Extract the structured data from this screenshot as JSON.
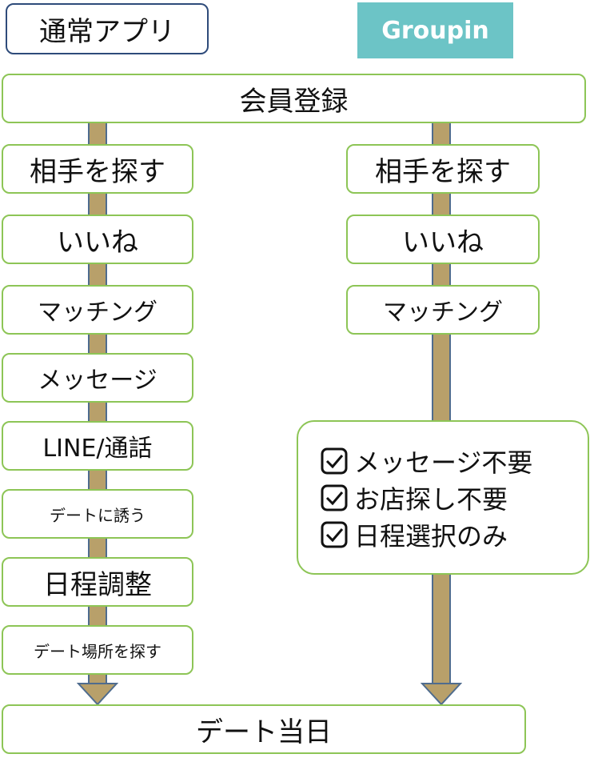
{
  "headers": {
    "normal_app": "通常アプリ",
    "groupin": "Groupin"
  },
  "shared_steps": {
    "register": "会員登録",
    "date_day": "デート当日"
  },
  "normal_flow": [
    "相手を探す",
    "いいね",
    "マッチング",
    "メッセージ",
    "LINE/通話",
    "デートに誘う",
    "日程調整",
    "デート場所を探す"
  ],
  "groupin_flow": [
    "相手を探す",
    "いいね",
    "マッチング"
  ],
  "groupin_benefits": [
    "メッセージ不要",
    "お店探し不要",
    "日程選択のみ"
  ],
  "colors": {
    "box_border": "#8dc556",
    "arrow_fill": "#b8a06a",
    "arrow_outline": "#4f6c8e",
    "groupin_brand": "#6cc4c6",
    "header_border": "#2e4b7a"
  },
  "icons": {
    "benefit_marker": "checkbox-checked-icon"
  }
}
